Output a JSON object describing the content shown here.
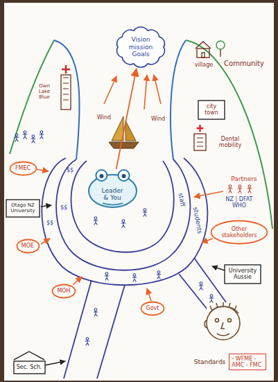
{
  "diagram": {
    "nodes": [
      {
        "text": [
          "Vision mission Goals"
        ]
      },
      {
        "text": [
          "city town"
        ]
      },
      {
        "text": [
          "FMEC"
        ]
      },
      {
        "text": [
          "Leader & You"
        ]
      },
      {
        "text": [
          "Otago NZ University"
        ]
      },
      {
        "text": [
          "Other stakeholders"
        ]
      },
      {
        "text": [
          "MOE"
        ]
      },
      {
        "text": [
          "University Aussie"
        ]
      },
      {
        "text": [
          "MOH"
        ]
      },
      {
        "text": [
          "Govt"
        ]
      },
      {
        "text": [
          "Standards",
          "- WFME - AMC - FMC"
        ]
      },
      {
        "text": [
          "Sec. Sch."
        ]
      }
    ],
    "edges": [
      {
        "from": 3,
        "to": 0,
        "arrow": "to"
      }
    ],
    "labels": [
      "Community",
      "village",
      "Own Lake Blue",
      "Wind",
      "Wind",
      "Dental mobility",
      "$$",
      "Partners",
      "NZ | DFAT WHO",
      "staff",
      "$$",
      "students",
      "$$"
    ]
  }
}
